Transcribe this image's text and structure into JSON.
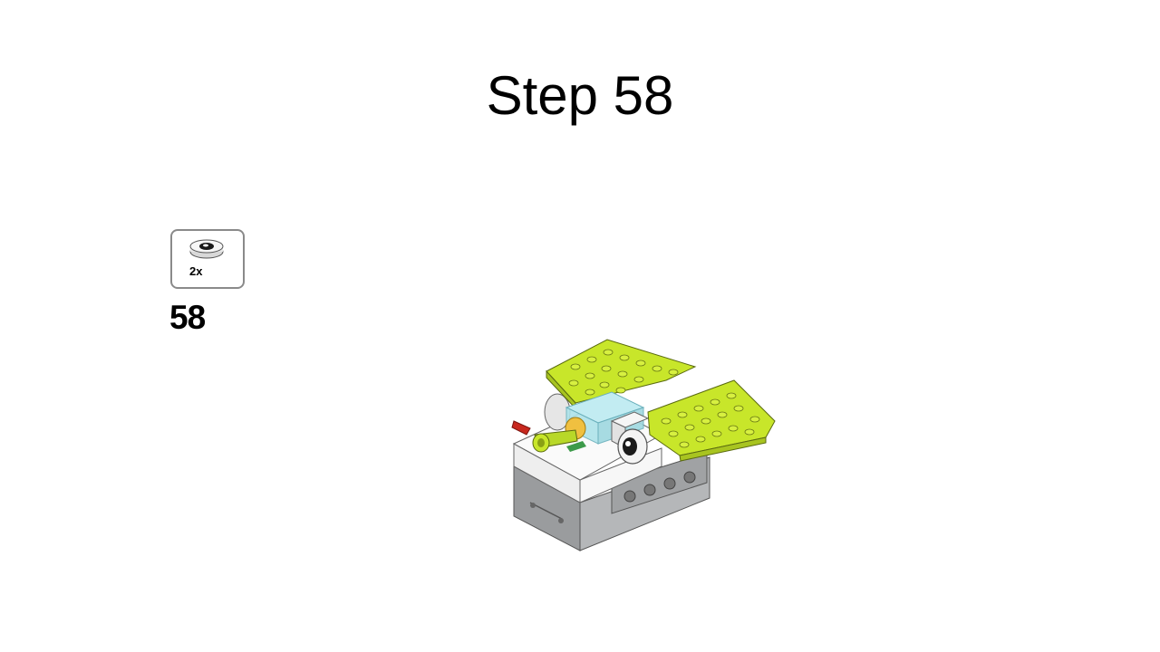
{
  "slide": {
    "title": "Step 58"
  },
  "parts_list": {
    "quantity": "2x",
    "part_icon": "round-tile-with-eye-icon"
  },
  "step_number": "58",
  "model": {
    "icon": "lego-model-illustration",
    "colors": {
      "lime": "#c8e62a",
      "white": "#f4f4f4",
      "gray": "#a7a9ab",
      "trans_blue": "#aee3ea",
      "red": "#c8281e",
      "yellow": "#f0c040"
    }
  }
}
